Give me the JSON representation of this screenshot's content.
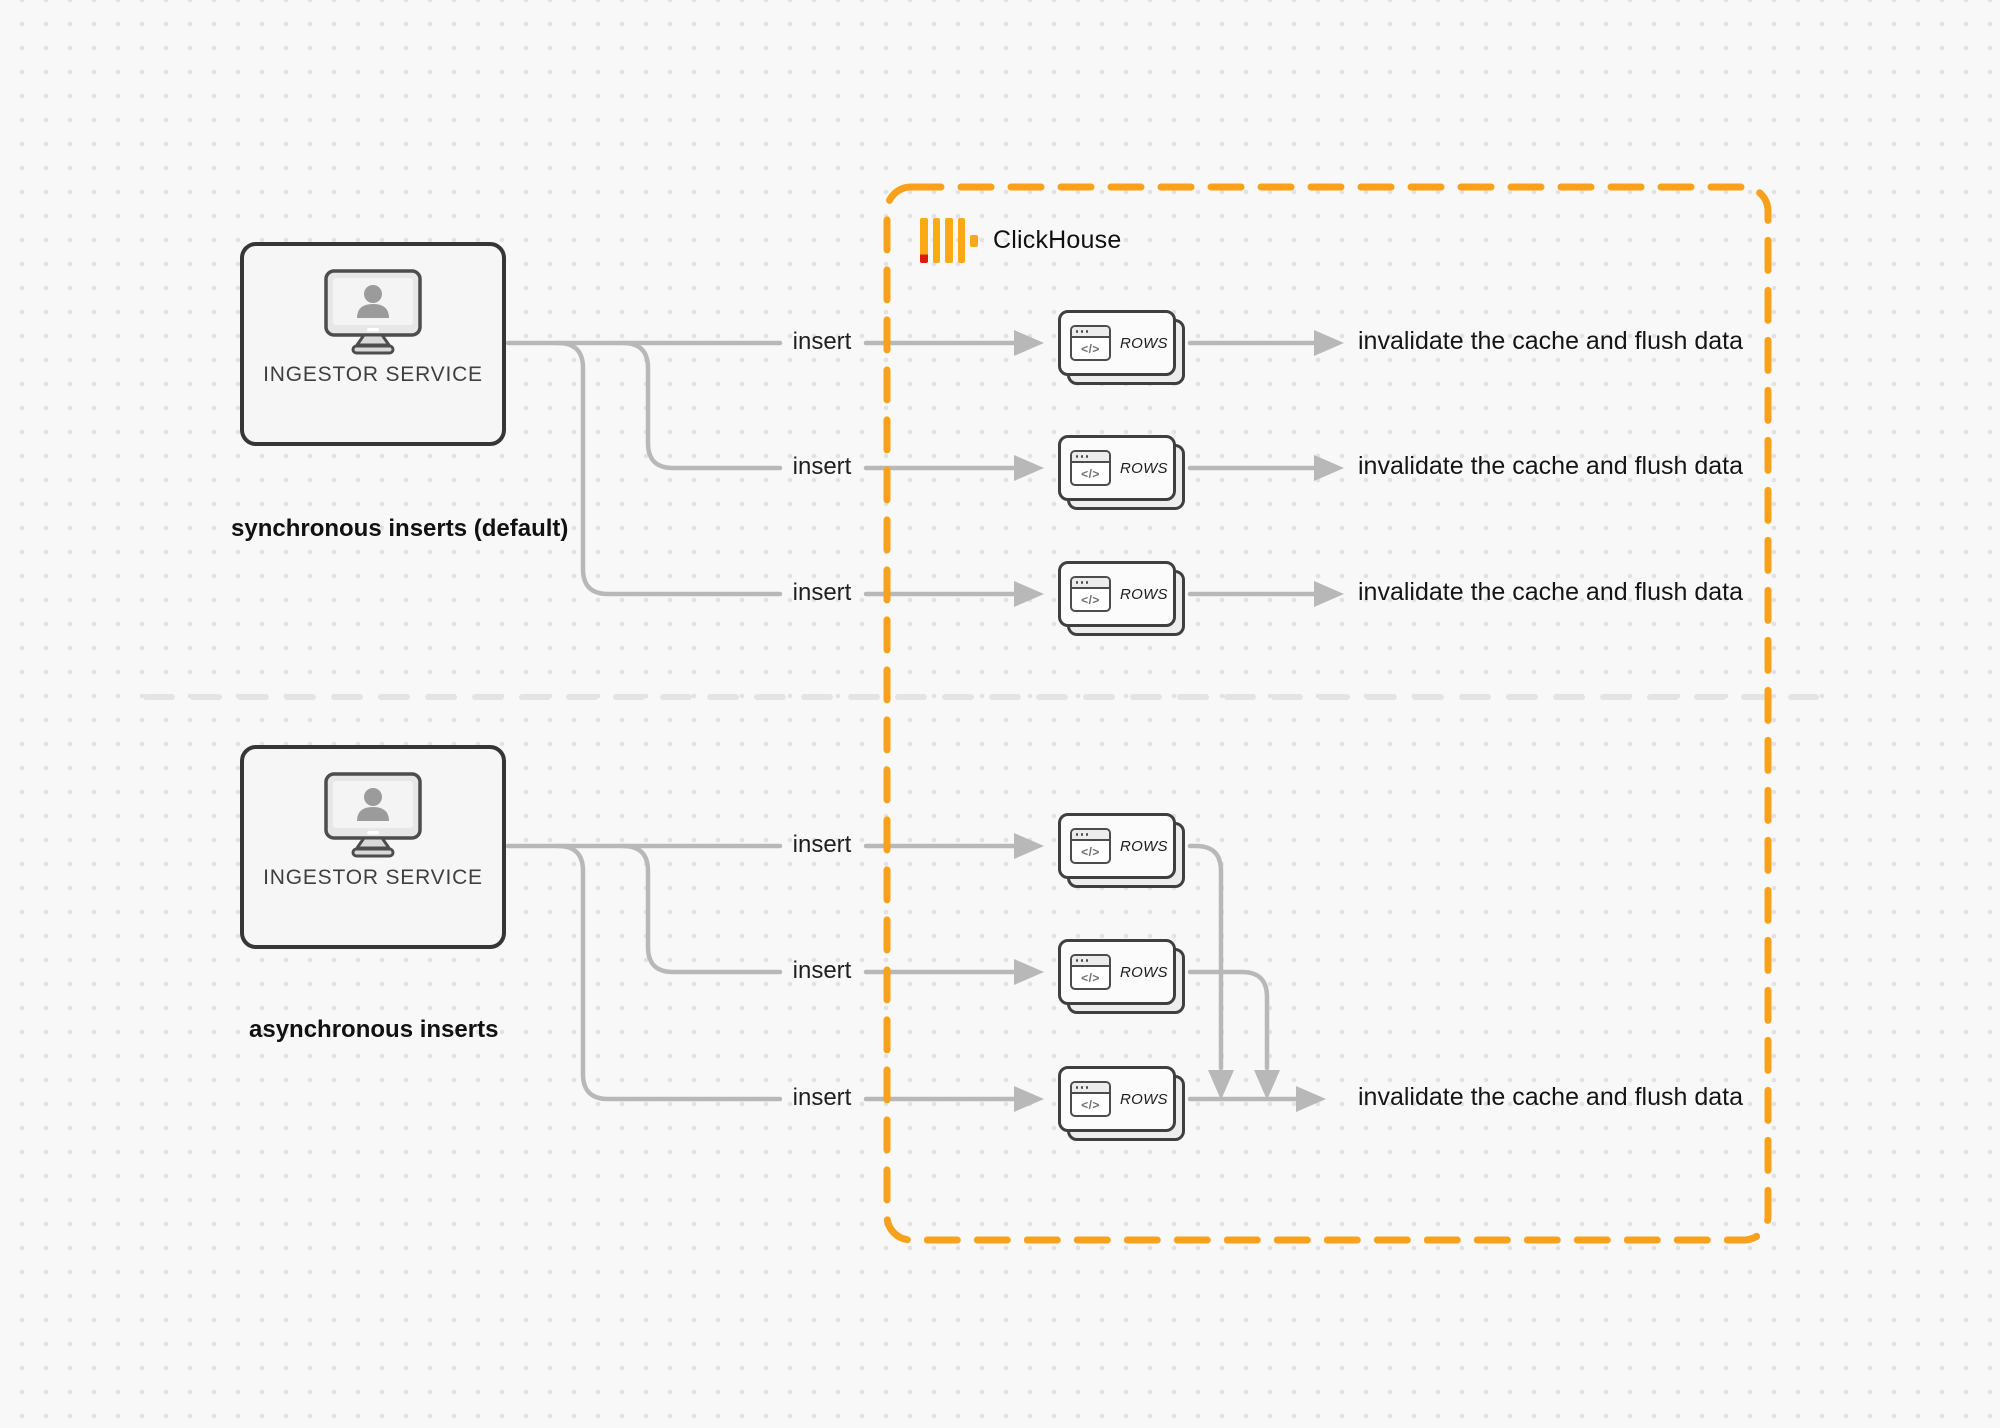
{
  "canvas": {
    "background": "#F8F8F8",
    "dot_color": "#E2E2E2"
  },
  "clickhouse": {
    "title": "ClickHouse",
    "border_color": "#F9A11B",
    "logo_bar_color": "#FBAA16",
    "logo_accent_color": "#E3170A"
  },
  "labels": {
    "code_glyph": "</>"
  },
  "colors": {
    "connector_gray": "#B8B8B8",
    "box_border_dark": "#363636",
    "divider_gray": "#E4E4E4"
  },
  "sections": [
    {
      "caption": "synchronous inserts (default)",
      "ingestor_label": "INGESTOR SERVICE",
      "inserts": [
        "insert",
        "insert",
        "insert"
      ],
      "rows_cards": [
        "ROWS",
        "ROWS",
        "ROWS"
      ],
      "outcomes": [
        "invalidate the cache and flush data",
        "invalidate the cache and flush data",
        "invalidate the cache and flush data"
      ]
    },
    {
      "caption": "asynchronous inserts",
      "ingestor_label": "INGESTOR SERVICE",
      "inserts": [
        "insert",
        "insert",
        "insert"
      ],
      "rows_cards": [
        "ROWS",
        "ROWS",
        "ROWS"
      ],
      "outcomes": [
        "invalidate the cache and flush data"
      ]
    }
  ]
}
